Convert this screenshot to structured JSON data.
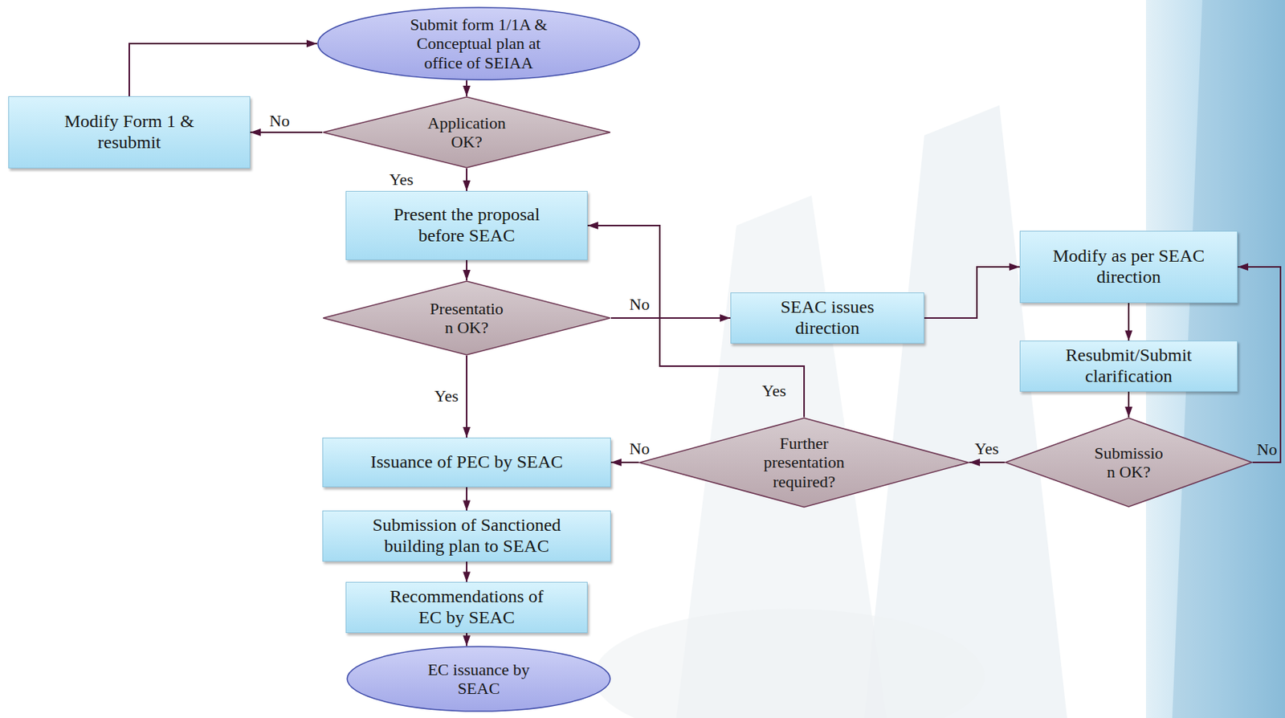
{
  "diagram": {
    "nodes": [
      {
        "text": [
          "Submit form 1/1A & Conceptual plan at office of SEIAA"
        ]
      },
      {
        "text": [
          "Modify Form 1 & resubmit"
        ]
      },
      {
        "text": [
          "Application OK?"
        ]
      },
      {
        "text": [
          "Present the proposal before SEAC"
        ]
      },
      {
        "text": [
          "Presentatio n OK?"
        ]
      },
      {
        "text": [
          "SEAC issues direction"
        ]
      },
      {
        "text": [
          "Modify as per SEAC direction"
        ]
      },
      {
        "text": [
          "Resubmit/Submit clarification"
        ]
      },
      {
        "text": [
          "Submissio n OK?"
        ]
      },
      {
        "text": [
          "Further presentation required?"
        ]
      },
      {
        "text": [
          "Issuance of PEC by SEAC"
        ]
      },
      {
        "text": [
          "Submission of Sanctioned building plan to SEAC"
        ]
      },
      {
        "text": [
          "Recommendations of EC by SEAC"
        ]
      },
      {
        "text": [
          "EC issuance by SEAC"
        ]
      }
    ],
    "edges": [
      {
        "from": 0,
        "to": 2,
        "arrow": "to"
      },
      {
        "from": 2,
        "to": 1,
        "label": "No",
        "arrow": "to"
      },
      {
        "from": 1,
        "to": 0,
        "arrow": "to"
      },
      {
        "from": 2,
        "to": 3,
        "label": "Yes",
        "arrow": "to"
      },
      {
        "from": 3,
        "to": 4,
        "arrow": "to"
      },
      {
        "from": 4,
        "to": 5,
        "label": "No",
        "arrow": "to"
      },
      {
        "from": 4,
        "to": 10,
        "label": "Yes",
        "arrow": "to"
      },
      {
        "from": 5,
        "to": 6,
        "arrow": "to"
      },
      {
        "from": 6,
        "to": 7,
        "arrow": "to"
      },
      {
        "from": 7,
        "to": 8,
        "arrow": "to"
      },
      {
        "from": 8,
        "to": 6,
        "label": "No",
        "arrow": "to"
      },
      {
        "from": 8,
        "to": 9,
        "label": "Yes",
        "arrow": "to"
      },
      {
        "from": 9,
        "to": 10,
        "label": "No",
        "arrow": "to"
      },
      {
        "from": 9,
        "to": 3,
        "label": "Yes",
        "arrow": "to"
      },
      {
        "from": 10,
        "to": 11,
        "arrow": "to"
      },
      {
        "from": 11,
        "to": 12,
        "arrow": "to"
      },
      {
        "from": 12,
        "to": 13,
        "arrow": "to"
      }
    ]
  }
}
